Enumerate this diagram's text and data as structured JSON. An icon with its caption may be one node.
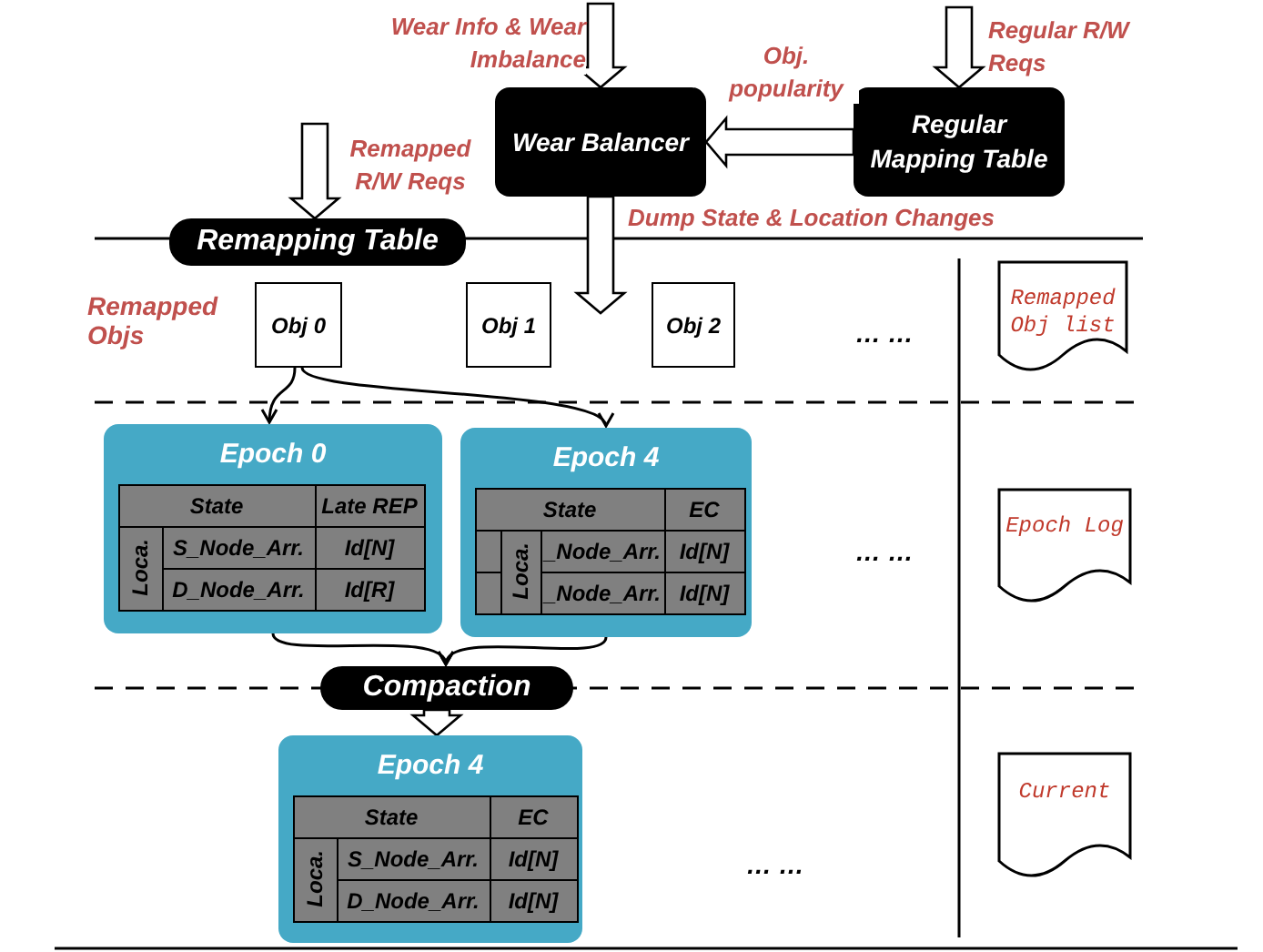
{
  "diagram": {
    "nodes": [
      {
        "text": [
          "Wear Balancer"
        ]
      },
      {
        "text": [
          "Regular Mapping Table"
        ]
      },
      {
        "text": [
          "Remapping Table"
        ]
      },
      {
        "text": [
          "Obj 0"
        ]
      },
      {
        "text": [
          "Obj 1"
        ]
      },
      {
        "text": [
          "Obj 2"
        ]
      },
      {
        "text": [
          "Remapped Obj list"
        ]
      },
      {
        "text": [
          "Epoch 0"
        ]
      },
      {
        "text": [
          "State"
        ],
        "in": 7
      },
      {
        "text": [
          "Late REP"
        ],
        "in": 7
      },
      {
        "text": [
          "Loca."
        ],
        "in": 7
      },
      {
        "text": [
          "S_Node_Arr."
        ],
        "in": 7
      },
      {
        "text": [
          "Id[N]"
        ],
        "in": 7
      },
      {
        "text": [
          "D_Node_Arr."
        ],
        "in": 7
      },
      {
        "text": [
          "Id[R]"
        ],
        "in": 7
      },
      {
        "text": [
          "Epoch 4"
        ]
      },
      {
        "text": [
          "State"
        ],
        "in": 15
      },
      {
        "text": [
          "EC"
        ],
        "in": 15
      },
      {
        "text": [],
        "shape": "box",
        "in": 15
      },
      {
        "text": [],
        "shape": "box",
        "in": 15
      },
      {
        "text": [
          "Loca."
        ],
        "in": 15
      },
      {
        "text": [
          "_Node_Arr."
        ],
        "in": 15
      },
      {
        "text": [
          "Id[N]"
        ],
        "in": 15
      },
      {
        "text": [
          "_Node_Arr."
        ],
        "in": 15
      },
      {
        "text": [
          "Id[N]"
        ],
        "in": 15
      },
      {
        "text": [
          "Epoch Log"
        ]
      },
      {
        "text": [
          "Compaction"
        ]
      },
      {
        "text": [
          "Epoch 4"
        ]
      },
      {
        "text": [
          "State"
        ],
        "in": 27
      },
      {
        "text": [
          "EC"
        ],
        "in": 27
      },
      {
        "text": [
          "Loca."
        ],
        "in": 27
      },
      {
        "text": [
          "S_Node_Arr."
        ],
        "in": 27
      },
      {
        "text": [
          "Id[N]"
        ],
        "in": 27
      },
      {
        "text": [
          "D_Node_Arr."
        ],
        "in": 27
      },
      {
        "text": [
          "Id[N]"
        ],
        "in": 27
      },
      {
        "text": [
          "Current"
        ]
      }
    ],
    "edges": [
      {
        "from": null,
        "to": 0,
        "arrow": "to",
        "style": "thick",
        "label": "Wear Info & Wear Imbalance"
      },
      {
        "from": null,
        "to": 1,
        "arrow": "to",
        "style": "thick",
        "label": "Regular R/W Reqs"
      },
      {
        "from": 1,
        "to": 0,
        "arrow": "to",
        "style": "thick",
        "label": "Obj. popularity"
      },
      {
        "from": null,
        "to": 2,
        "arrow": "to",
        "style": "thick",
        "label": "Remapped R/W Reqs"
      },
      {
        "from": 0,
        "to": null,
        "arrow": "to",
        "style": "thick",
        "label": "Dump State & Location Changes"
      },
      {
        "from": 3,
        "to": 7,
        "arrow": "to"
      },
      {
        "from": 3,
        "to": 15,
        "arrow": "to"
      },
      {
        "from": 7,
        "to": 26,
        "arrow": "to"
      },
      {
        "from": 15,
        "to": 26,
        "arrow": "to"
      },
      {
        "from": 26,
        "to": 27,
        "arrow": "to",
        "style": "thick"
      }
    ],
    "labels": [
      "Remapped Objs",
      "… …",
      "… …",
      "… …"
    ]
  }
}
